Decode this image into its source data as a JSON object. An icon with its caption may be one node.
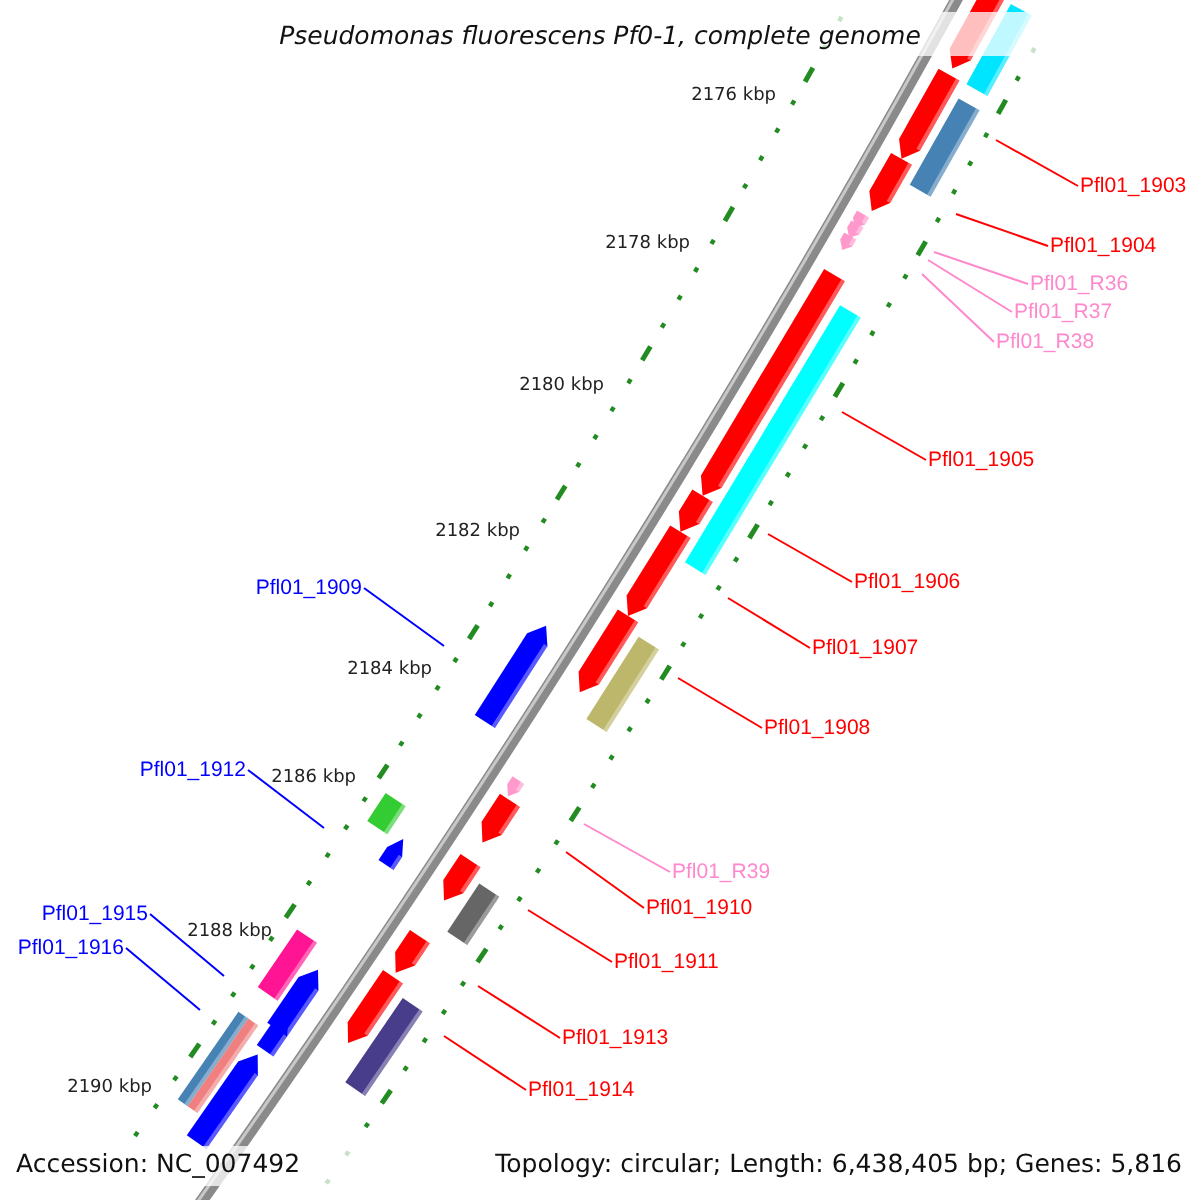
{
  "diagram": {
    "title": "Pseudomonas fluorescens Pf0-1, complete genome",
    "nodes": [
      {
        "text": [
          "Pfl01_1903"
        ]
      },
      {
        "text": [
          "Pfl01_1904"
        ]
      },
      {
        "text": [
          "Pfl01_R36"
        ]
      },
      {
        "text": [
          "Pfl01_R37"
        ]
      },
      {
        "text": [
          "Pfl01_R38"
        ]
      },
      {
        "text": [
          "Pfl01_1905"
        ]
      },
      {
        "text": [
          "Pfl01_1906"
        ]
      },
      {
        "text": [
          "Pfl01_1909"
        ]
      },
      {
        "text": [
          "Pfl01_1907"
        ]
      },
      {
        "text": [
          "Pfl01_1908"
        ]
      },
      {
        "text": [
          "Pfl01_1912"
        ]
      },
      {
        "text": [
          "Pfl01_R39"
        ]
      },
      {
        "text": [
          "Pfl01_1910"
        ]
      },
      {
        "text": [
          "Pfl01_1915"
        ]
      },
      {
        "text": [
          "Pfl01_1916"
        ]
      },
      {
        "text": [
          "Pfl01_1911"
        ]
      },
      {
        "text": [
          "Pfl01_1913"
        ]
      },
      {
        "text": [
          "Pfl01_1914"
        ]
      }
    ],
    "edges": [
      {
        "from": 0,
        "to": null,
        "arrow": "none"
      },
      {
        "from": 1,
        "to": null,
        "arrow": "none"
      },
      {
        "from": 2,
        "to": null,
        "arrow": "none",
        "color": "#ff88cc"
      },
      {
        "from": 3,
        "to": null,
        "arrow": "none",
        "color": "#ff88cc"
      },
      {
        "from": 4,
        "to": null,
        "arrow": "none",
        "color": "#ff88cc"
      },
      {
        "from": 5,
        "to": null,
        "arrow": "none"
      },
      {
        "from": 6,
        "to": null,
        "arrow": "none"
      },
      {
        "from": 7,
        "to": null,
        "arrow": "none",
        "color": "#0000ff"
      },
      {
        "from": 8,
        "to": null,
        "arrow": "none"
      },
      {
        "from": 9,
        "to": null,
        "arrow": "none"
      },
      {
        "from": 10,
        "to": null,
        "arrow": "none",
        "color": "#0000ff"
      },
      {
        "from": 11,
        "to": null,
        "arrow": "none",
        "color": "#ff88cc"
      },
      {
        "from": 12,
        "to": null,
        "arrow": "none"
      },
      {
        "from": 13,
        "to": null,
        "arrow": "none",
        "color": "#0000ff"
      },
      {
        "from": 14,
        "to": null,
        "arrow": "none",
        "color": "#0000ff"
      },
      {
        "from": 15,
        "to": null,
        "arrow": "none"
      },
      {
        "from": 16,
        "to": null,
        "arrow": "none"
      },
      {
        "from": 17,
        "to": null,
        "arrow": "none"
      }
    ],
    "labels": [
      "2176 kbp",
      "2178 kbp",
      "2180 kbp",
      "2182 kbp",
      "2184 kbp",
      "2186 kbp",
      "2188 kbp",
      "2190 kbp",
      "Accession: NC_007492",
      "Topology: circular; Length: 6,438,405 bp; Genes: 5,816"
    ]
  }
}
